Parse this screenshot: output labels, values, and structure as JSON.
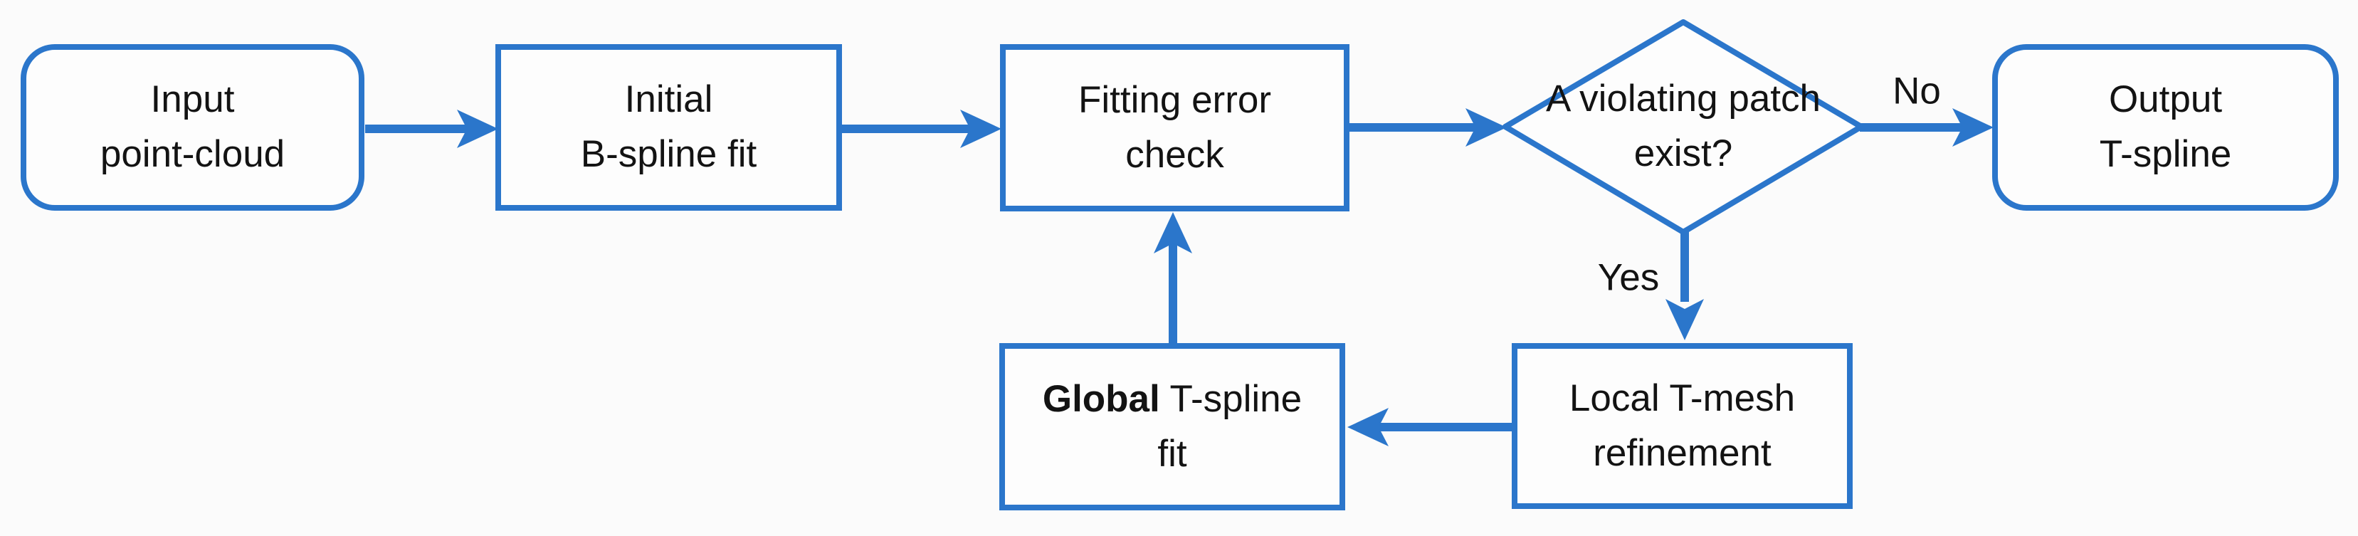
{
  "colors": {
    "accent_blue": "#2b76cb",
    "text": "#131313",
    "node_fill": "#fdfdfd",
    "background": "#fbfbfb"
  },
  "nodes": {
    "input": {
      "line1": "Input",
      "line2": "point-cloud"
    },
    "initial_fit": {
      "line1": "Initial",
      "line2": "B-spline fit"
    },
    "error_check": {
      "line1": "Fitting error",
      "line2": "check"
    },
    "decision": {
      "line1": "A violating patch",
      "line2": "exist?"
    },
    "output": {
      "line1": "Output",
      "line2": "T-spline"
    },
    "global_fit": {
      "line1_bold": "Global",
      "line1_rest": " T-spline",
      "line2": "fit"
    },
    "local_refine": {
      "line1": "Local T-mesh",
      "line2": "refinement"
    }
  },
  "edge_labels": {
    "no": "No",
    "yes": "Yes"
  }
}
